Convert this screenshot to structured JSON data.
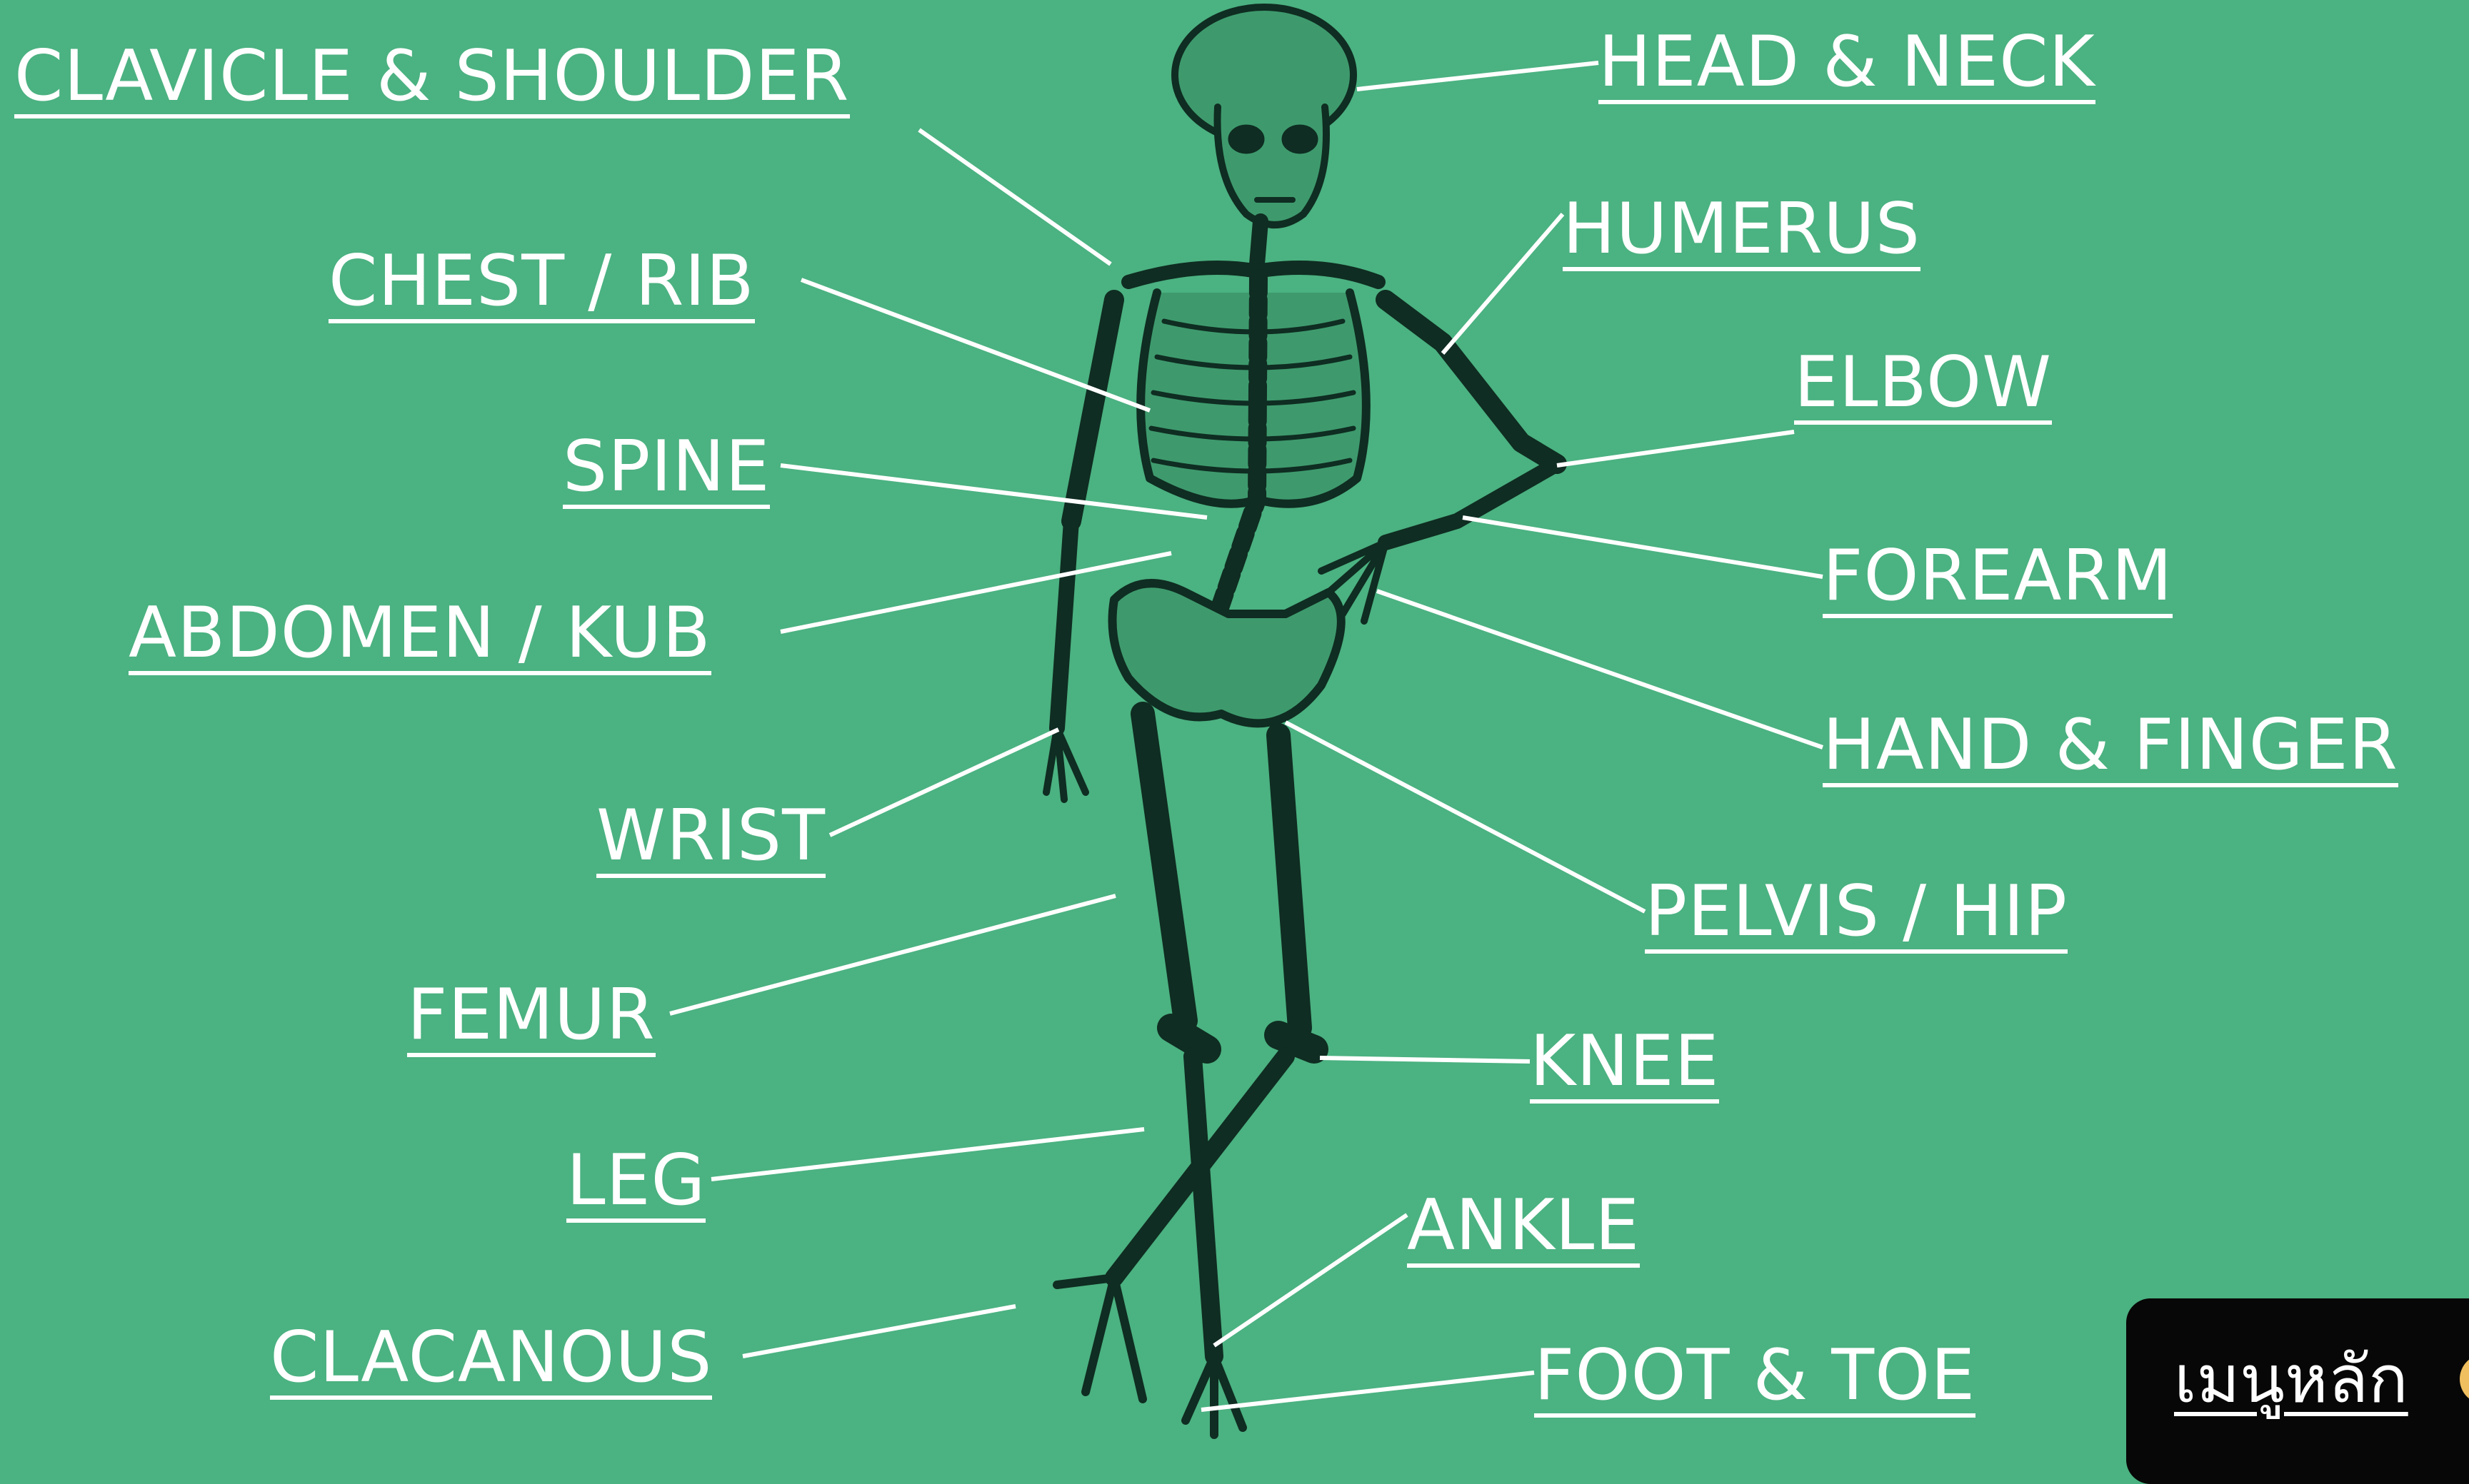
{
  "labels": {
    "clavicle_shoulder": "CLAVICLE & SHOULDER",
    "chest_rib": "CHEST / RIB",
    "spine": "SPINE",
    "abdomen_kub": "ABDOMEN / KUB",
    "wrist": "WRIST",
    "femur": "FEMUR",
    "leg": "LEG",
    "calcaneus": "CLACANOUS",
    "head_neck": "HEAD & NECK",
    "humerus": "HUMERUS",
    "elbow": "ELBOW",
    "forearm": "FOREARM",
    "hand_finger": "HAND & FINGER",
    "pelvis_hip": "PELVIS / HIP",
    "knee": "KNEE",
    "ankle": "ANKLE",
    "foot_toe": "FOOT & TOE"
  },
  "menu": {
    "label": "เมนูหลัก"
  },
  "colors": {
    "background": "#4bb281",
    "label": "#ffffff",
    "skeleton_ink": "#0f2d22",
    "menu_bg": "#070707"
  },
  "icons": {
    "skeleton": "human-skeleton-illustration",
    "menu_badge": "menu-icon"
  }
}
